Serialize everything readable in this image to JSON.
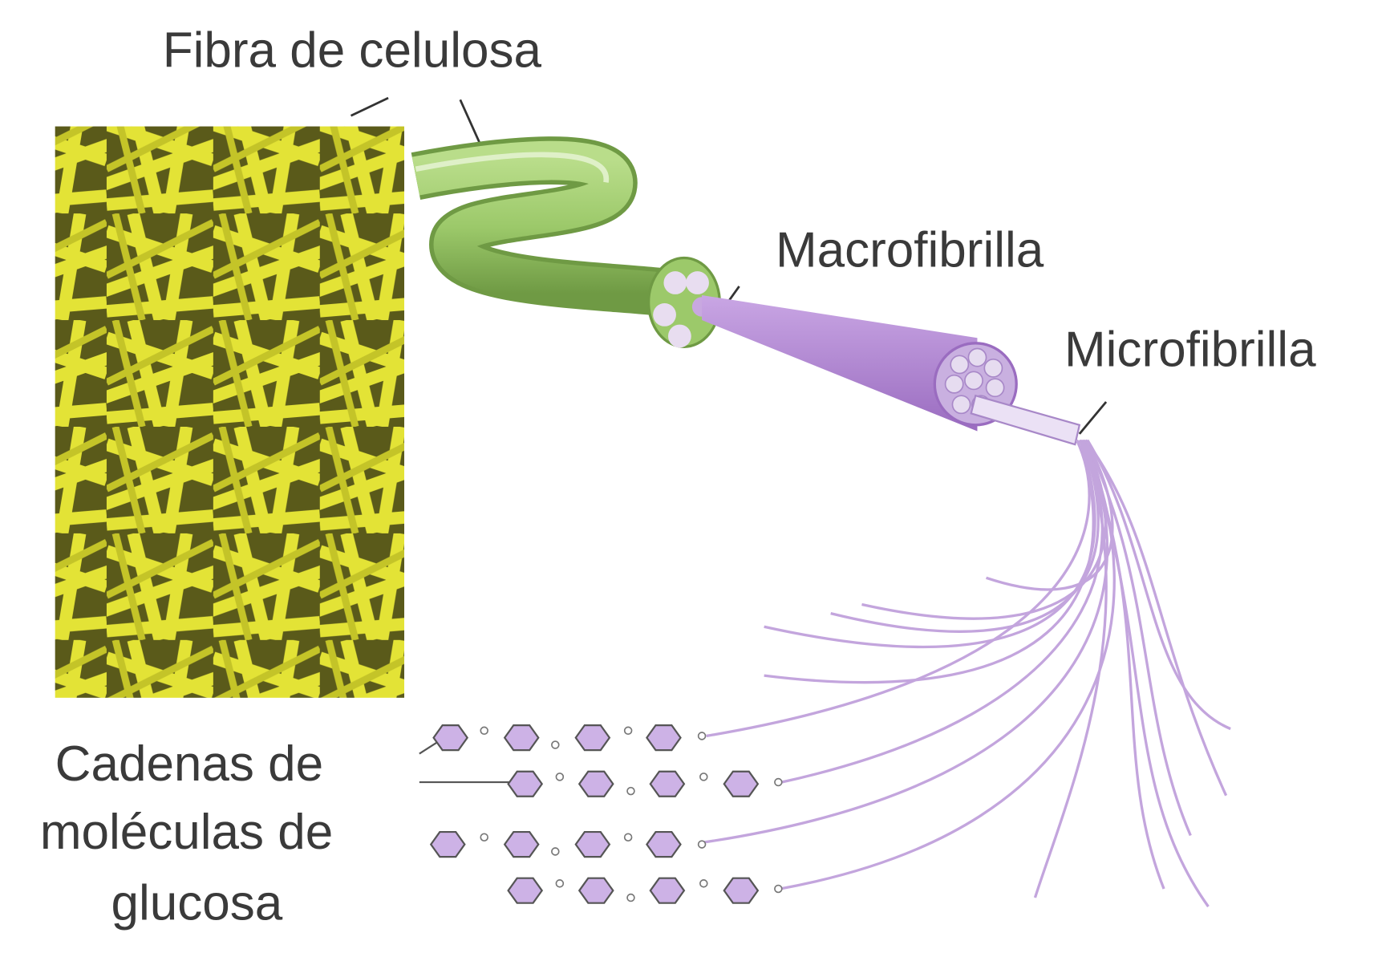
{
  "labels": {
    "fiber": "Fibra de celulosa",
    "macrofibril": "Macrofibrilla",
    "microfibril": "Microfibrilla",
    "chains_line1": "Cadenas de",
    "chains_line2": "moléculas de",
    "chains_line3": "glucosa"
  },
  "colors": {
    "fiber_photo": "#d9d92a",
    "fiber_green": "#9cc96a",
    "macrofibril_purple": "#b98fd6",
    "strand_purple": "#c8a8e0",
    "text": "#3a3a3a"
  }
}
